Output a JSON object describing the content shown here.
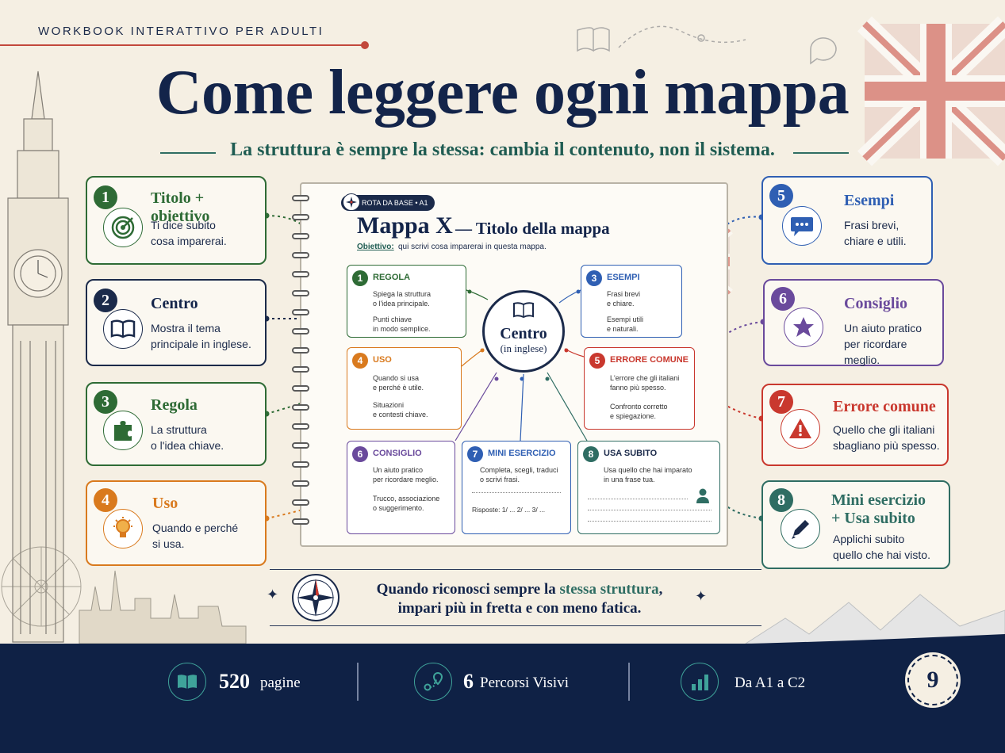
{
  "header": {
    "eyebrow": "WORKBOOK INTERATTIVO PER ADULTI",
    "title": "Come leggere ogni mappa",
    "subtitle": "La struttura è sempre la stessa: cambia il contenuto, non il sistema."
  },
  "colors": {
    "navy": "#1b2a4a",
    "green": "#2e6b35",
    "orange": "#d97a1e",
    "blue": "#2f5fb3",
    "purple": "#6a4a9c",
    "red": "#c9382e",
    "teal": "#2f6d63"
  },
  "cards": [
    {
      "num": "1",
      "title": "Titolo + obiettivo",
      "desc": "Ti dice subito\ncosa imparerai.",
      "icon": "target-icon"
    },
    {
      "num": "2",
      "title": "Centro",
      "desc": "Mostra il tema\nprincipale in inglese.",
      "icon": "book-icon"
    },
    {
      "num": "3",
      "title": "Regola",
      "desc": "La struttura\no l'idea chiave.",
      "icon": "puzzle-icon"
    },
    {
      "num": "4",
      "title": "Uso",
      "desc": "Quando e perché\nsi usa.",
      "icon": "lightbulb-icon"
    },
    {
      "num": "5",
      "title": "Esempi",
      "desc": "Frasi brevi,\nchiare e utili.",
      "icon": "speech-bubble-icon"
    },
    {
      "num": "6",
      "title": "Consiglio",
      "desc": "Un aiuto pratico\nper ricordare meglio.",
      "icon": "star-icon"
    },
    {
      "num": "7",
      "title": "Errore comune",
      "desc": "Quello che gli italiani\nsbagliano più spesso.",
      "icon": "warning-icon"
    },
    {
      "num": "8",
      "title": "Mini esercizio\n+ Usa subito",
      "desc": "Applichi subito\nquello che hai visto.",
      "icon": "pencil-icon"
    }
  ],
  "notebook": {
    "badge": "ROTA DA BASE • A1",
    "title": "Mappa X",
    "title_rest": "— Titolo della mappa",
    "objective_label": "Obiettivo:",
    "objective_text": "qui scrivi cosa imparerai in questa mappa.",
    "center_label": "Centro",
    "center_sub": "(in inglese)",
    "boxes": [
      {
        "num": "1",
        "title": "REGOLA",
        "text1": "Spiega la struttura\no l'idea principale.",
        "text2": "Punti chiave\nin modo semplice."
      },
      {
        "num": "3",
        "title": "ESEMPI",
        "text1": "Frasi brevi\ne chiare.",
        "text2": "Esempi utili\ne naturali."
      },
      {
        "num": "4",
        "title": "USO",
        "text1": "Quando si usa\ne perché è utile.",
        "text2": "Situazioni\ne contesti chiave."
      },
      {
        "num": "5",
        "title": "ERRORE COMUNE",
        "text1": "L'errore che gli italiani\nfanno più spesso.",
        "text2": "Confronto corretto\ne spiegazione."
      },
      {
        "num": "6",
        "title": "CONSIGLIO",
        "text1": "Un aiuto pratico\nper ricordare meglio.",
        "text2": "Trucco, associazione\no suggerimento."
      },
      {
        "num": "7",
        "title": "MINI ESERCIZIO",
        "text1": "Completa, scegli, traduci\no scrivi frasi.",
        "text2": "Risposte: 1/ ...    2/ ...    3/ ..."
      },
      {
        "num": "8",
        "title": "USA SUBITO",
        "text1": "Usa quello che hai imparato\nin una frase tua.",
        "text2": ""
      }
    ]
  },
  "quote": {
    "line1_a": "Quando riconosci sempre la ",
    "line1_b": "stessa struttura",
    "line1_c": ",",
    "line2": "impari più in fretta e con meno fatica."
  },
  "footer": {
    "stat1_strong": "520",
    "stat1_light": "pagine",
    "stat2_strong": "6",
    "stat2_light": "Percorsi Visivi",
    "stat3_light": "Da A1 a C2",
    "page_number": "9"
  }
}
